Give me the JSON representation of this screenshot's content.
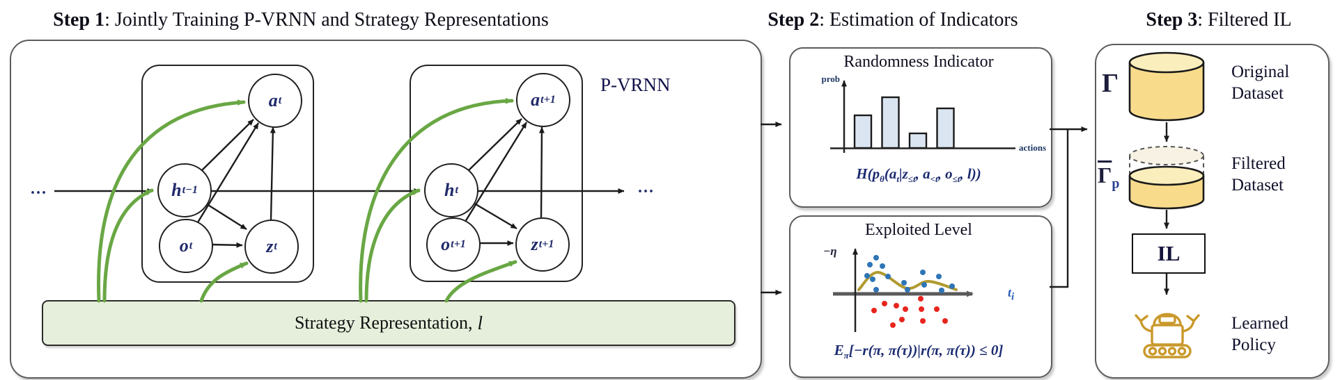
{
  "titles": {
    "step1": {
      "bold": "Step 1",
      "rest": ": Jointly Training P-VRNN and Strategy Representations"
    },
    "step2": {
      "bold": "Step 2",
      "rest": ": Estimation of Indicators"
    },
    "step3": {
      "bold": "Step 3",
      "rest": ": Filtered IL"
    }
  },
  "step1": {
    "pvrnn_label": "P-VRNN",
    "ellipsis_left": "...",
    "ellipsis_right": "...",
    "strategy_label": "Strategy Representation,",
    "strategy_var": "l",
    "nodes": {
      "a_t": {
        "base": "a",
        "sub": "t"
      },
      "h_tm1": {
        "base": "h",
        "sub": "t−1"
      },
      "o_t": {
        "base": "o",
        "sub": "t"
      },
      "z_t": {
        "base": "z",
        "sub": "t"
      },
      "a_tp1": {
        "base": "a",
        "sub": "t+1"
      },
      "h_t": {
        "base": "h",
        "sub": "t"
      },
      "o_tp1": {
        "base": "o",
        "sub": "t+1"
      },
      "z_tp1": {
        "base": "z",
        "sub": "t+1"
      }
    }
  },
  "step2": {
    "randomness": {
      "title": "Randomness Indicator",
      "ylabel": "prob",
      "xlabel": "actions",
      "bars": [
        47,
        73,
        21,
        57
      ],
      "formula": [
        {
          "t": "H("
        },
        {
          "t": "p"
        },
        {
          "t": "θ",
          "sub": true
        },
        {
          "t": "("
        },
        {
          "t": "a"
        },
        {
          "t": "t",
          "sub": true
        },
        {
          "t": "|"
        },
        {
          "t": "z"
        },
        {
          "t": "≤t",
          "sub": true
        },
        {
          "t": ", "
        },
        {
          "t": "a"
        },
        {
          "t": "<t",
          "sub": true
        },
        {
          "t": ", "
        },
        {
          "t": "o"
        },
        {
          "t": "≤t",
          "sub": true
        },
        {
          "t": ", "
        },
        {
          "t": "l"
        },
        {
          "t": "))"
        }
      ]
    },
    "exploited": {
      "title": "Exploited Level",
      "ylabel": "−η",
      "xlabel": [
        {
          "t": "t"
        },
        {
          "t": "i",
          "sub": true
        }
      ],
      "curve": [
        [
          5,
          6
        ],
        [
          32,
          31
        ],
        [
          74,
          8
        ],
        [
          105,
          18
        ],
        [
          145,
          6
        ]
      ],
      "blue_dots": [
        [
          30,
          52
        ],
        [
          21,
          42
        ],
        [
          39,
          40
        ],
        [
          17,
          26
        ],
        [
          25,
          21
        ],
        [
          47,
          25
        ],
        [
          30,
          6
        ],
        [
          70,
          16
        ],
        [
          75,
          6
        ],
        [
          97,
          31
        ],
        [
          99,
          13
        ],
        [
          120,
          25
        ],
        [
          124,
          5
        ],
        [
          139,
          11
        ]
      ],
      "red_dots": [
        [
          27,
          -24
        ],
        [
          42,
          -14
        ],
        [
          59,
          -17
        ],
        [
          72,
          -22
        ],
        [
          54,
          -45
        ],
        [
          67,
          -37
        ],
        [
          94,
          -7
        ],
        [
          95,
          -22
        ],
        [
          97,
          -39
        ],
        [
          117,
          -22
        ],
        [
          129,
          -39
        ]
      ],
      "formula": [
        {
          "t": "E"
        },
        {
          "t": "π",
          "sub": true
        },
        {
          "t": "[−"
        },
        {
          "t": "r"
        },
        {
          "t": "(π, π(τ))|"
        },
        {
          "t": "r"
        },
        {
          "t": "(π, π(τ)) ≤ 0]"
        }
      ]
    }
  },
  "step3": {
    "gamma": "Γ",
    "gamma_p": {
      "base": "Γ",
      "sub": "p"
    },
    "original_dataset": {
      "line1": "Original",
      "line2": "Dataset"
    },
    "filtered_dataset": {
      "line1": "Filtered",
      "line2": "Dataset"
    },
    "il_label": "IL",
    "learned_policy": {
      "line1": "Learned",
      "line2": "Policy"
    }
  },
  "colors": {
    "green_arrow": "#69a744",
    "strategy_fill": "#e5efdb",
    "cylinder_fill": "#f8dc8c",
    "bar_fill": "#dbe5f1",
    "curve": "#b09a2f",
    "dot_blue": "#2e75b6",
    "dot_red": "#e8251d"
  }
}
